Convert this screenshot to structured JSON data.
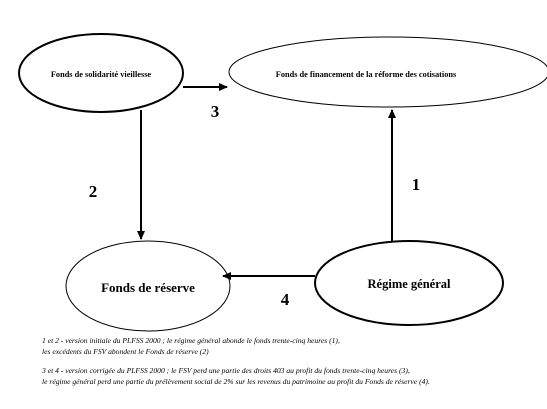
{
  "nodes": {
    "fsv": "Fonds de solidarité vieillesse",
    "forec": "Fonds de financement de la réforme des cotisations",
    "reserve": "Fonds de réserve",
    "regime": "Régime général"
  },
  "edges": {
    "e1": "1",
    "e2": "2",
    "e3": "3",
    "e4": "4"
  },
  "notes": {
    "line1": "1 et 2 - version initiale du PLFSS 2000 ; le régime général abonde le fonds trente-cinq heures (1),",
    "line2": "les excédents du FSV abondent le Fonds de réserve (2)",
    "line3": "3 et 4 - version corrigée du PLFSS 2000 ; le FSV perd une partie des droits 403 au profit du fonds trente-cinq heures (3),",
    "line4": "le régime général perd une partie du prélèvement social de 2% sur les revenus du patrimoine au profit du Fonds de réserve (4)."
  }
}
